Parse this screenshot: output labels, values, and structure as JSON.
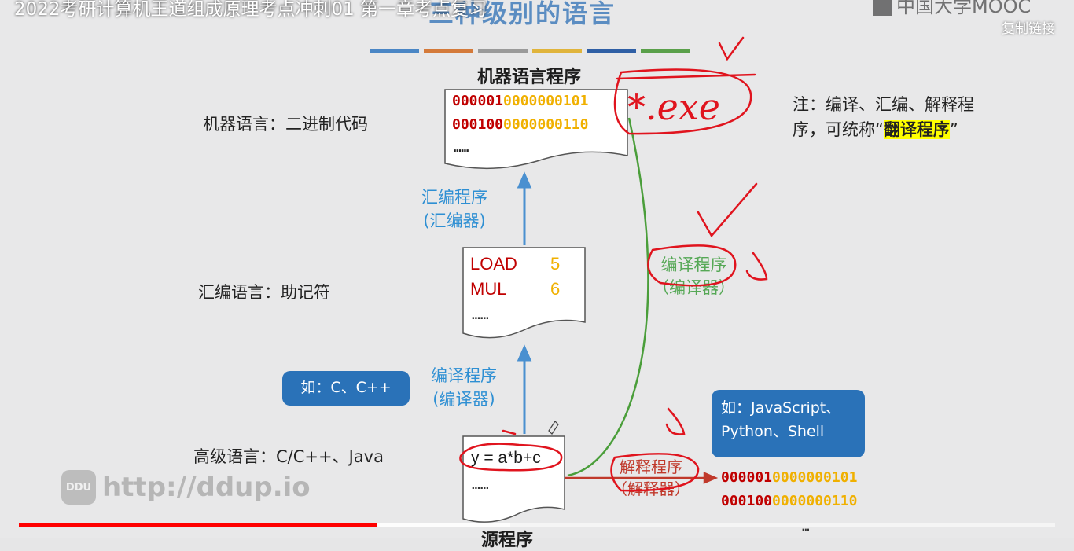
{
  "video": {
    "title": "2022考研计算机王道组成原理考点冲刺01 第一章考点复习",
    "copy_link_label": "复制链接",
    "progress_fraction": 0.346,
    "buffered_fraction": 0.474
  },
  "branding": {
    "mooc_logo_text": "中国大学MOOC",
    "watermark_badge": "DDU",
    "watermark_text": "http://ddup.io"
  },
  "slide": {
    "title": "三种级别的语言",
    "color_bars": [
      "#4a86c5",
      "#d47a3a",
      "#9a9a9a",
      "#e0b43c",
      "#2f5fa5",
      "#5aa04a"
    ],
    "levels": {
      "machine": "机器语言：二进制代码",
      "assembly": "汇编语言：助记符",
      "high": "高级语言：C/C++、Java"
    },
    "machine_box": {
      "title": "机器语言程序",
      "line1_red": "000001",
      "line1_yellow": "0000000101",
      "line2_red": "000100",
      "line2_yellow": "0000000110",
      "ellipsis": "……"
    },
    "assembly_box": {
      "line1_op": "LOAD",
      "line1_val": "5",
      "line2_op": "MUL",
      "line2_val": "6",
      "ellipsis": "……"
    },
    "source_box": {
      "code": "y = a*b+c",
      "ellipsis": "……",
      "caption": "源程序"
    },
    "assembler_label_line1": "汇编程序",
    "assembler_label_line2": "(汇编器)",
    "compiler_label_line1": "编译程序",
    "compiler_label_line2": "(编译器)",
    "compiler_green_line1": "编译程序",
    "compiler_green_line2": "（编译器）",
    "interpreter_line1": "解释程序",
    "interpreter_line2": "（解释器）",
    "callout_left": "如：C、C++",
    "callout_right_line1": "如：JavaScript、",
    "callout_right_line2": "Python、Shell",
    "interp_output": {
      "line1_red": "000001",
      "line1_yellow": "0000000101",
      "line2_red": "000100",
      "line2_yellow": "0000000110",
      "ellipsis": "…"
    },
    "note": {
      "line1": "注：编译、汇编、解释程",
      "line2_prefix": "序，可统称“",
      "line2_highlight": "翻译程序",
      "line2_suffix": "”"
    },
    "annotation_exe": "*.exe"
  },
  "colors": {
    "arrow_blue": "#4a90d0",
    "curve_green": "#4a9e3a",
    "ink_red": "#e0141e",
    "callout_blue": "#2a72b8"
  }
}
